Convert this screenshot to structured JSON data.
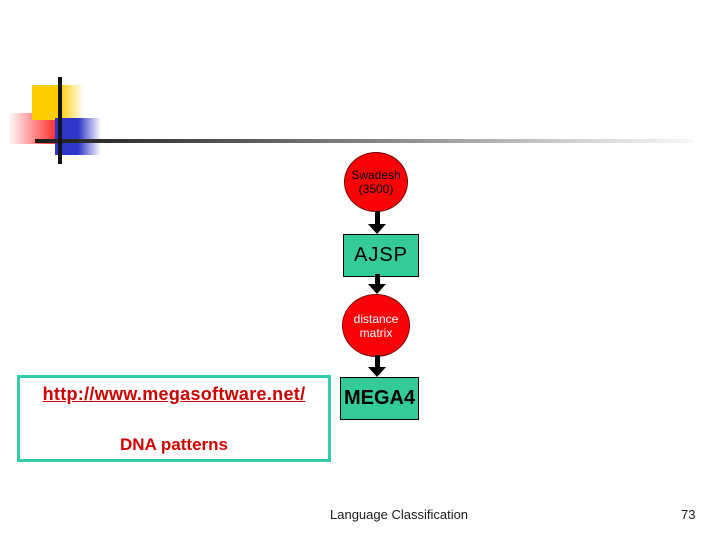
{
  "flowchart": {
    "nodes": {
      "swadesh": {
        "line1": "Swadesh",
        "line2": "(3500)"
      },
      "ajsp": {
        "label": "AJSP"
      },
      "distance": {
        "line1": "distance",
        "line2": "matrix"
      },
      "mega4": {
        "label": "MEGA4"
      }
    }
  },
  "link_box": {
    "url": "http://www.megasoftware.net/",
    "caption": "DNA patterns"
  },
  "footer": {
    "title": "Language Classification",
    "page_number": "73"
  },
  "colors": {
    "ellipse_fill": "#FB0207",
    "rect_fill": "#33CC99",
    "link_box_border": "#33CCAA",
    "red_text": "#CC0000",
    "decor_yellow": "#FFCC00",
    "decor_red": "#FF1A1A",
    "decor_blue": "#2E35C8"
  }
}
